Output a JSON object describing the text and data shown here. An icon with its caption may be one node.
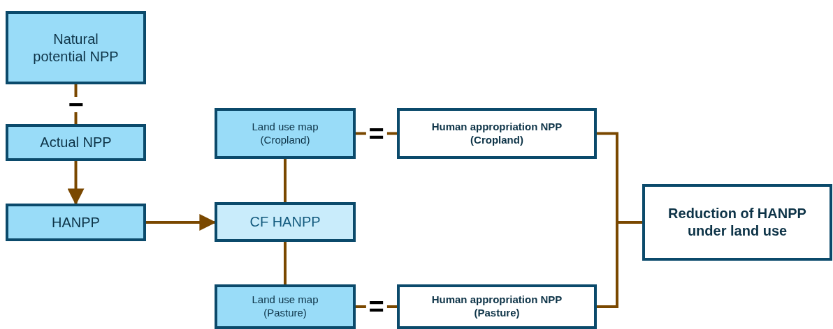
{
  "diagram": {
    "nodes": [
      {
        "text": [
          "Natural potential NPP"
        ]
      },
      {
        "text": [
          "Actual NPP"
        ]
      },
      {
        "text": [
          "HANPP"
        ]
      },
      {
        "text": [
          "Land use map (Cropland)"
        ]
      },
      {
        "text": [
          "CF HANPP"
        ]
      },
      {
        "text": [
          "Land use map (Pasture)"
        ]
      },
      {
        "text": [
          "Human appropriation NPP (Cropland)"
        ]
      },
      {
        "text": [
          "Human appropriation NPP (Pasture)"
        ]
      },
      {
        "text": [
          "Reduction of HANPP under land use"
        ]
      }
    ],
    "edges": [
      {
        "from": 0,
        "to": 1,
        "arrow": "none",
        "label": "−"
      },
      {
        "from": 1,
        "to": 2,
        "arrow": "to"
      },
      {
        "from": 2,
        "to": 4,
        "arrow": "to"
      },
      {
        "from": 3,
        "to": 4,
        "arrow": "none"
      },
      {
        "from": 4,
        "to": 5,
        "arrow": "none"
      },
      {
        "from": 3,
        "to": 6,
        "arrow": "none",
        "label": "="
      },
      {
        "from": 5,
        "to": 7,
        "arrow": "none",
        "label": "="
      },
      {
        "from": 6,
        "to": 8,
        "arrow": "none"
      },
      {
        "from": 7,
        "to": 8,
        "arrow": "none"
      }
    ]
  }
}
